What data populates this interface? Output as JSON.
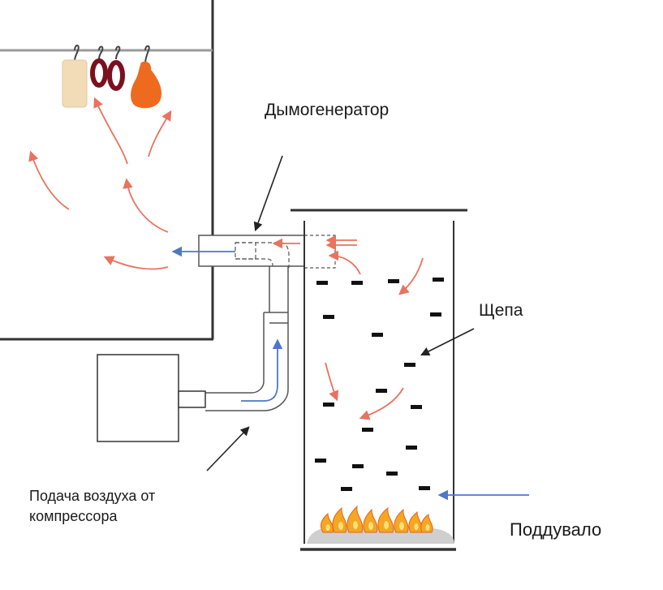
{
  "labels": {
    "smoke_generator": "Дымогенератор",
    "wood_chips": "Щепа",
    "blower": "Поддувало",
    "air_supply_line1": "Подача воздуха от",
    "air_supply_line2": "компрессора"
  },
  "colors": {
    "outline": "#333333",
    "smoke_arrow": "#e8735f",
    "air_arrow": "#4f77c7",
    "flame_outer": "#f5a623",
    "flame_inner": "#ffe07a",
    "ash": "#cfcfcf",
    "lard": "#f2dcb8",
    "sausage": "#7a1020",
    "ham": "#ee6a1f"
  }
}
